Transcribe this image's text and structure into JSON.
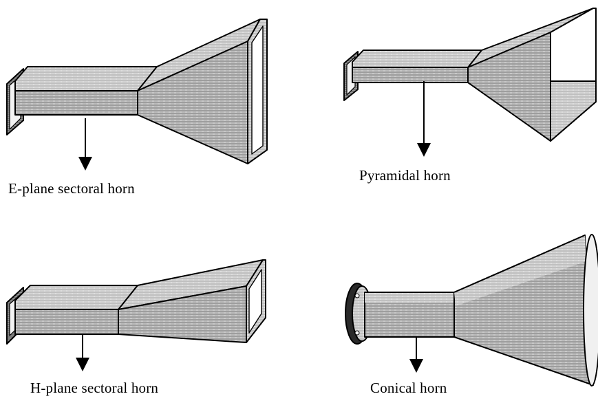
{
  "figure": {
    "horns": [
      {
        "id": "e-plane",
        "label": "E-plane sectoral horn"
      },
      {
        "id": "pyramidal",
        "label": "Pyramidal horn"
      },
      {
        "id": "h-plane",
        "label": "H-plane sectoral horn"
      },
      {
        "id": "conical",
        "label": "Conical horn"
      }
    ]
  }
}
